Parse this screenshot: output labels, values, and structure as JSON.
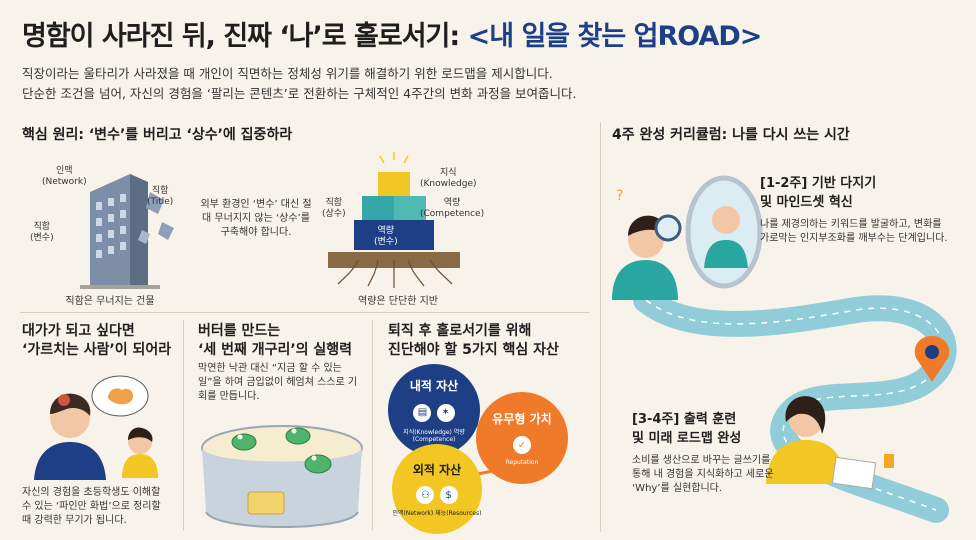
{
  "title_main": "명함이 사라진 뒤, 진짜 ‘나’로 홀로서기:",
  "title_highlight": "<내 일을 찾는 업ROAD>",
  "intro_line1": "직장이라는 울타리가 사라졌을 때 개인이 직면하는 정체성 위기를 해결하기 위한 로드맵을 제시합니다.",
  "intro_line2": "단순한 조건을 넘어, 자신의 경험을 ‘팔리는 콘텐츠’로 전환하는 구체적인 4주간의 변화 과정을 보여줍니다.",
  "core": {
    "heading": "핵심 원리: ‘변수’를 버리고 ‘상수’에 집중하라",
    "building_labels": {
      "network": "인맥",
      "network_en": "(Network)",
      "title": "직함",
      "title_en": "(Title)",
      "position": "직함",
      "position_sub": "(변수)"
    },
    "building_caption": "직함은 무너지는 건물",
    "middle_text": "외부 환경인 ‘변수’ 대신 절대 무너지지 않는 ‘상수’를 구축해야 합니다.",
    "pyramid_labels": {
      "knowledge": "지식",
      "knowledge_en": "(Knowledge)",
      "competence": "역량",
      "competence_en": "(Competence)",
      "title": "직함",
      "title_sub": "(상수)",
      "base": "역량",
      "base_sub": "(변수)"
    },
    "pyramid_caption": "역량은 단단한 지반"
  },
  "expert": {
    "heading1": "대가가 되고 싶다면",
    "heading2": "‘가르치는 사람’이 되어라",
    "text": "자신의 경험을 초등학생도 이해할 수 있는 ‘파인만 화법’으로 정리할 때 강력한 무기가 됩니다."
  },
  "butter": {
    "heading1": "버터를 만드는",
    "heading2": "‘세 번째 개구리’의 실행력",
    "text": "막연한 낙관 대신 “지금 할 수 있는 일”을 하여 금입없이 헤엄쳐 스스로 기회를 만듭니다."
  },
  "assets": {
    "heading1": "퇴직 후 홀로서기를 위해",
    "heading2": "진단해야 할 5가지 핵심 자산",
    "inner_title": "내적 자산",
    "inner_items": "지식(Knowledge) 역량(Competence)",
    "outer_title": "외적 자산",
    "outer_item1": "인맥(Network)",
    "outer_item2": "재능(Resources)",
    "tangible_title": "유무형 가치",
    "tangible_item": "Reputation"
  },
  "curriculum": {
    "heading": "4주 완성 커리큘럼: 나를 다시 쓰는 시간",
    "step1_title1": "[1-2주] 기반 다지기",
    "step1_title2": "및 마인드셋 혁신",
    "step1_text": "나를 제경의하는 키워드를 발굴하고, 변화를 가로막는 인지부조화를 깨부수는 단계입니다.",
    "step2_title1": "[3-4주] 출력 훈련",
    "step2_title2": "및 미래 로드맵 완성",
    "step2_text": "소비를 생산으로 바꾸는 글쓰기를 통해 내 경험을 지식화하고 세로운 ‘Why’를 실현합니다."
  },
  "colors": {
    "accent": "#1d3f8a",
    "yellow": "#f2c623",
    "teal": "#2aa6a0",
    "orange": "#ef7a2a",
    "navy": "#1e3f85"
  }
}
